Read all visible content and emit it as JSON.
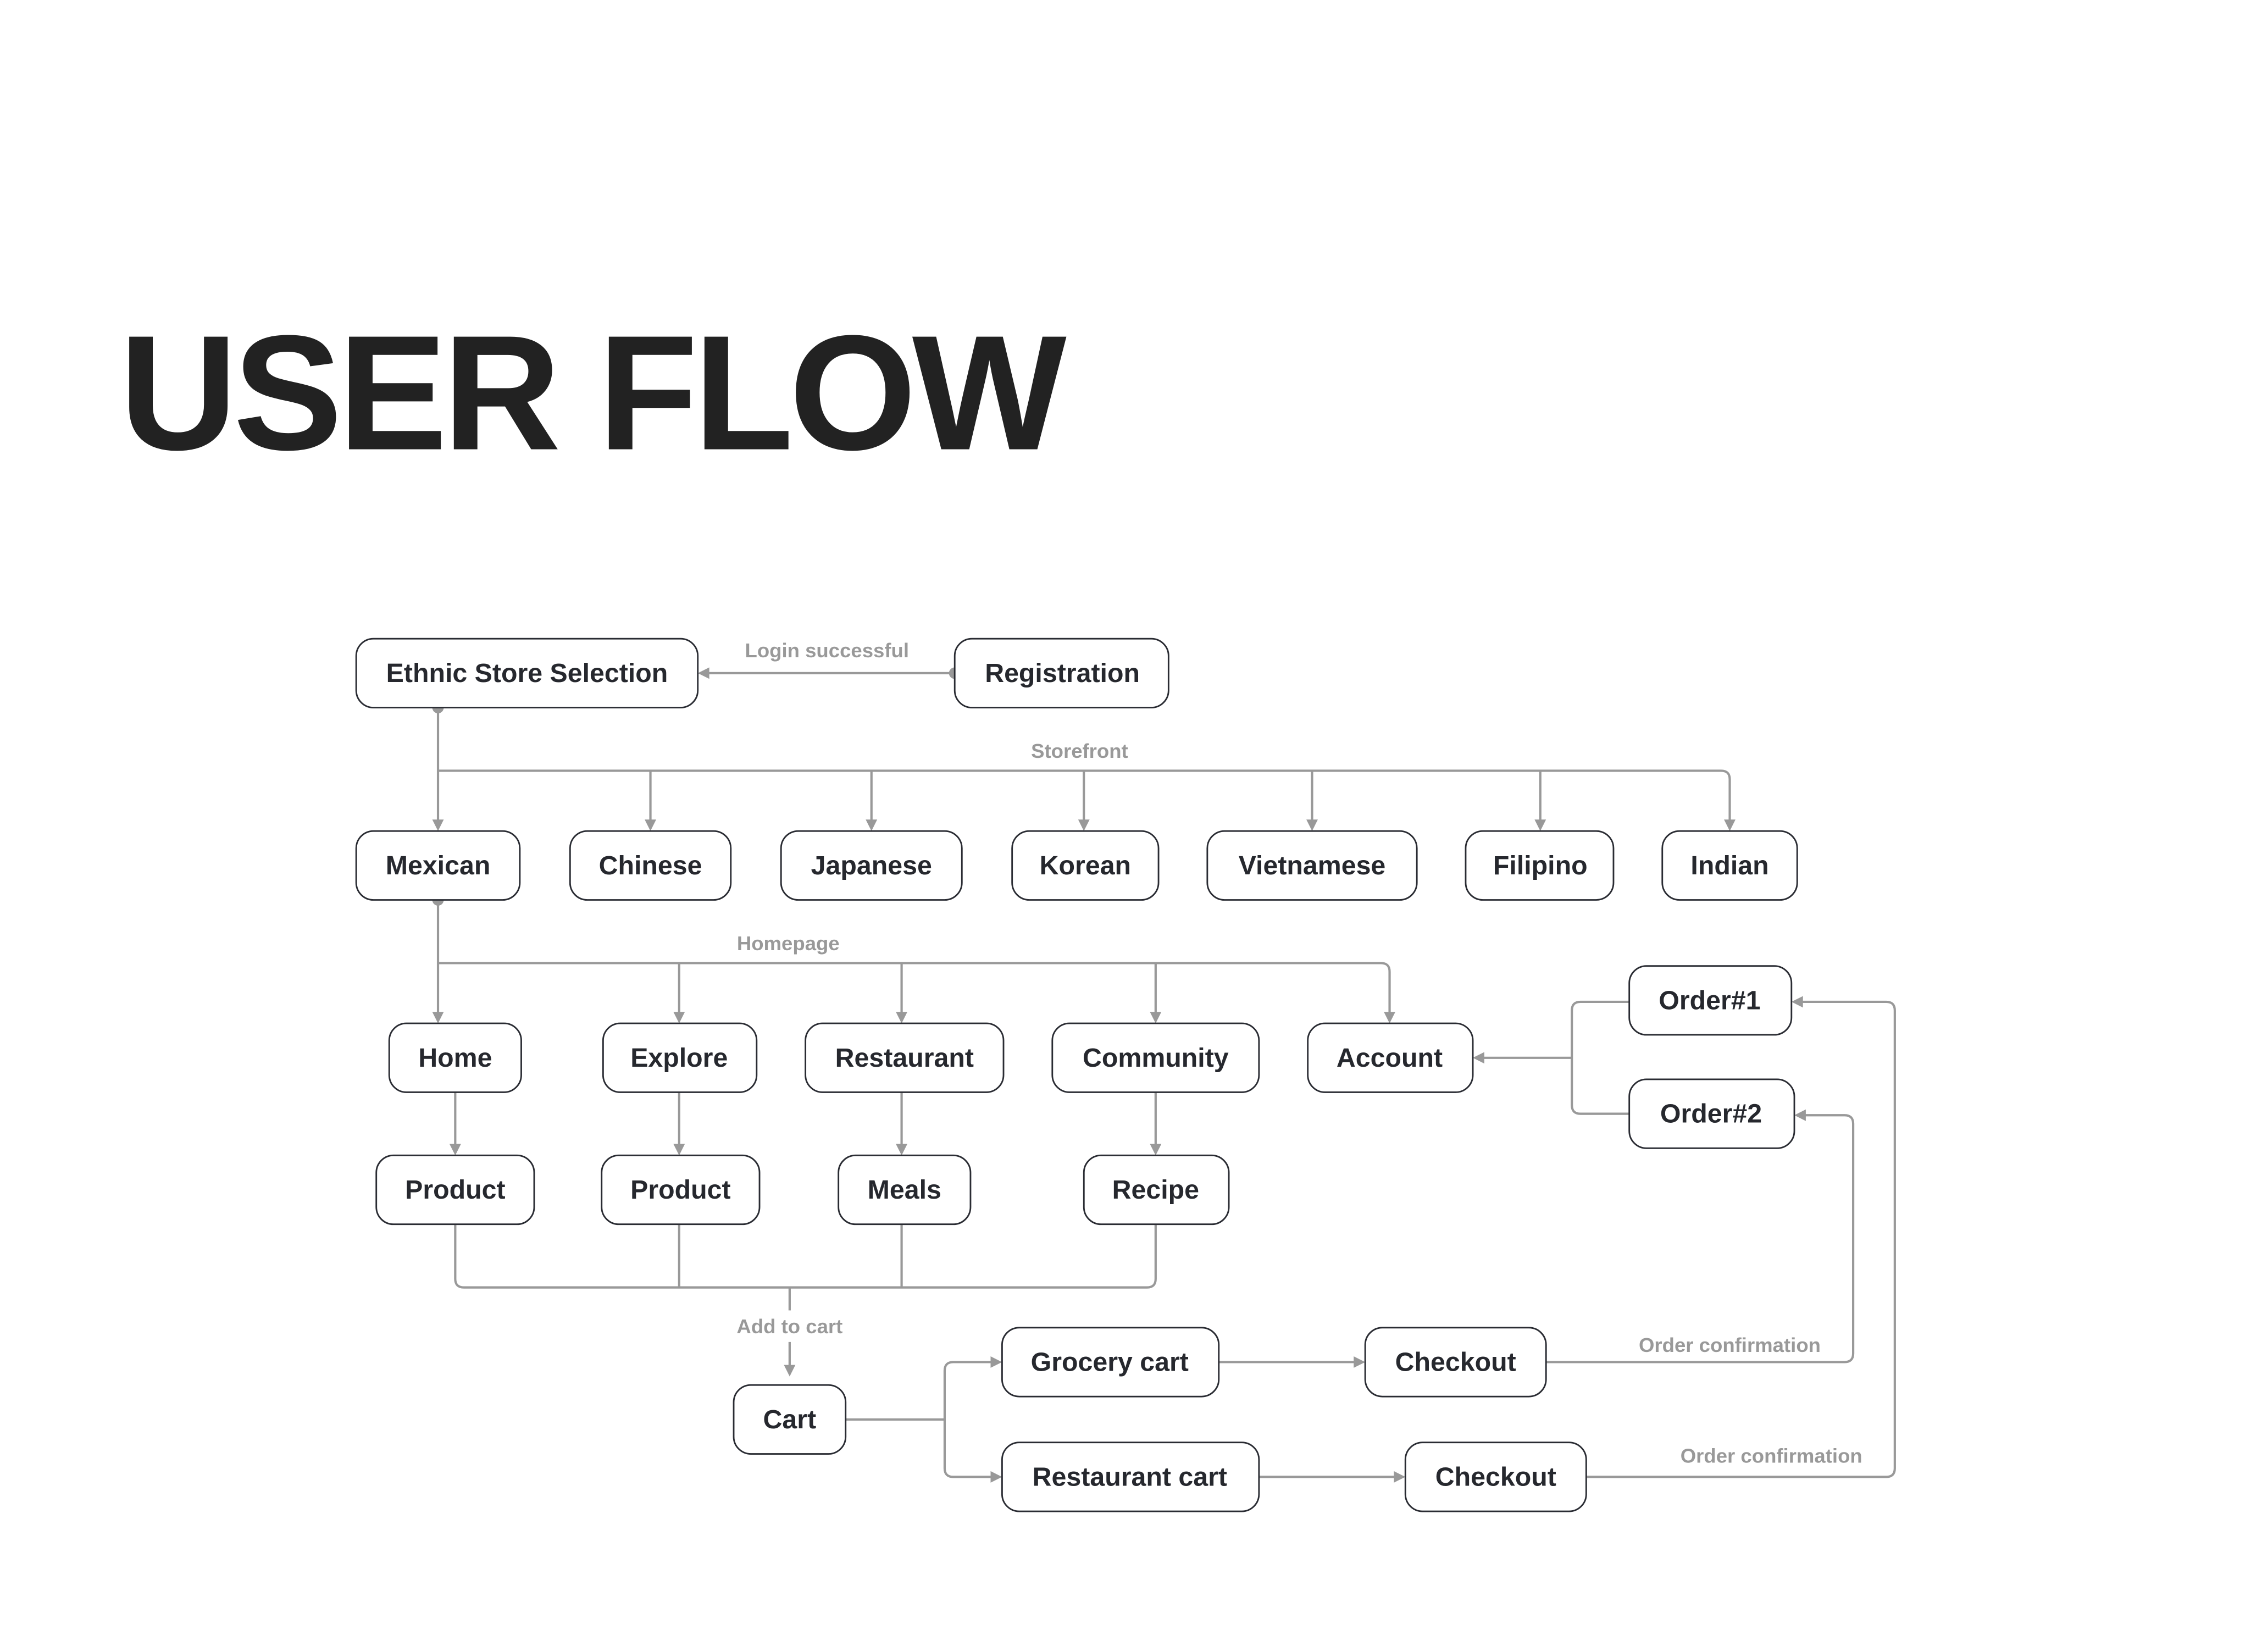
{
  "title": "USER FLOW",
  "colors": {
    "text": "#222222",
    "connector": "#999999",
    "node_border": "#2a2c33",
    "background": "#ffffff"
  },
  "nodes": {
    "ethnic_store_selection": "Ethnic Store Selection",
    "registration": "Registration",
    "mexican": "Mexican",
    "chinese": "Chinese",
    "japanese": "Japanese",
    "korean": "Korean",
    "vietnamese": "Vietnamese",
    "filipino": "Filipino",
    "indian": "Indian",
    "home": "Home",
    "explore": "Explore",
    "restaurant": "Restaurant",
    "community": "Community",
    "account": "Account",
    "order1": "Order#1",
    "order2": "Order#2",
    "product_home": "Product",
    "product_explore": "Product",
    "meals": "Meals",
    "recipe": "Recipe",
    "cart": "Cart",
    "grocery_cart": "Grocery cart",
    "restaurant_cart": "Restaurant cart",
    "checkout_grocery": "Checkout",
    "checkout_restaurant": "Checkout"
  },
  "edge_labels": {
    "login": "Login successful",
    "storefront": "Storefront",
    "homepage": "Homepage",
    "add_to_cart": "Add to cart",
    "order_confirmation_1": "Order confirmation",
    "order_confirmation_2": "Order confirmation"
  },
  "edges": [
    {
      "from": "registration",
      "to": "ethnic_store_selection",
      "label": "Login successful"
    },
    {
      "from": "ethnic_store_selection",
      "to": [
        "mexican",
        "chinese",
        "japanese",
        "korean",
        "vietnamese",
        "filipino",
        "indian"
      ],
      "label": "Storefront"
    },
    {
      "from": "mexican",
      "to": [
        "home",
        "explore",
        "restaurant",
        "community",
        "account"
      ],
      "label": "Homepage"
    },
    {
      "from": "home",
      "to": "product_home"
    },
    {
      "from": "explore",
      "to": "product_explore"
    },
    {
      "from": "restaurant",
      "to": "meals"
    },
    {
      "from": "community",
      "to": "recipe"
    },
    {
      "from": [
        "product_home",
        "product_explore",
        "meals",
        "recipe"
      ],
      "to": "cart",
      "label": "Add to cart"
    },
    {
      "from": "cart",
      "to": [
        "grocery_cart",
        "restaurant_cart"
      ]
    },
    {
      "from": "grocery_cart",
      "to": "checkout_grocery"
    },
    {
      "from": "restaurant_cart",
      "to": "checkout_restaurant"
    },
    {
      "from": "checkout_grocery",
      "to": "order2",
      "label": "Order confirmation"
    },
    {
      "from": "checkout_restaurant",
      "to": "order1",
      "label": "Order confirmation"
    },
    {
      "from": [
        "order1",
        "order2"
      ],
      "to": "account"
    }
  ]
}
